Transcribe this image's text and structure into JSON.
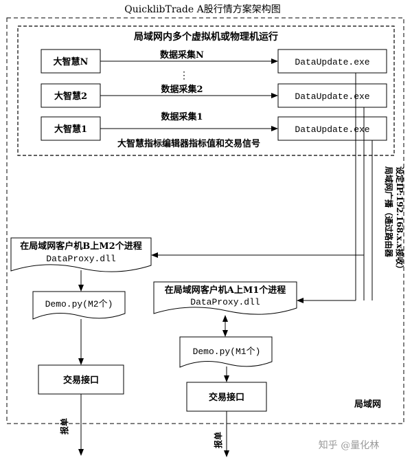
{
  "title": "QuicklibTrade A股行情方案架构图",
  "top_region": {
    "label": "局域网内多个虚拟机或物理机运行",
    "note": "大智慧指标编辑器指标值和交易信号",
    "rows": [
      {
        "source": "大智慧N",
        "flow": "数据采集N",
        "target": "DataUpdate.exe"
      },
      {
        "source": "大智慧2",
        "flow": "数据采集2",
        "target": "DataUpdate.exe"
      },
      {
        "source": "大智慧1",
        "flow": "数据采集1",
        "target": "DataUpdate.exe"
      }
    ],
    "ellipsis": "⋮"
  },
  "broadcast_label_line1": "局域网广播（通过路由器",
  "broadcast_label_line2": "设定IP:192.168.x.x接收）",
  "client_b": {
    "proxy_line1": "在局域网客户机B上M2个进程",
    "proxy_line2": "DataProxy.dll",
    "demo": "Demo.py(M2个)",
    "trade": "交易接口",
    "order": "报单"
  },
  "client_a": {
    "proxy_line1": "在局域网客户机A上M1个进程",
    "proxy_line2": "DataProxy.dll",
    "demo": "Demo.py(M1个)",
    "trade": "交易接口",
    "order": "报单"
  },
  "lan_label": "局域网",
  "watermark": "知乎 @量化林"
}
